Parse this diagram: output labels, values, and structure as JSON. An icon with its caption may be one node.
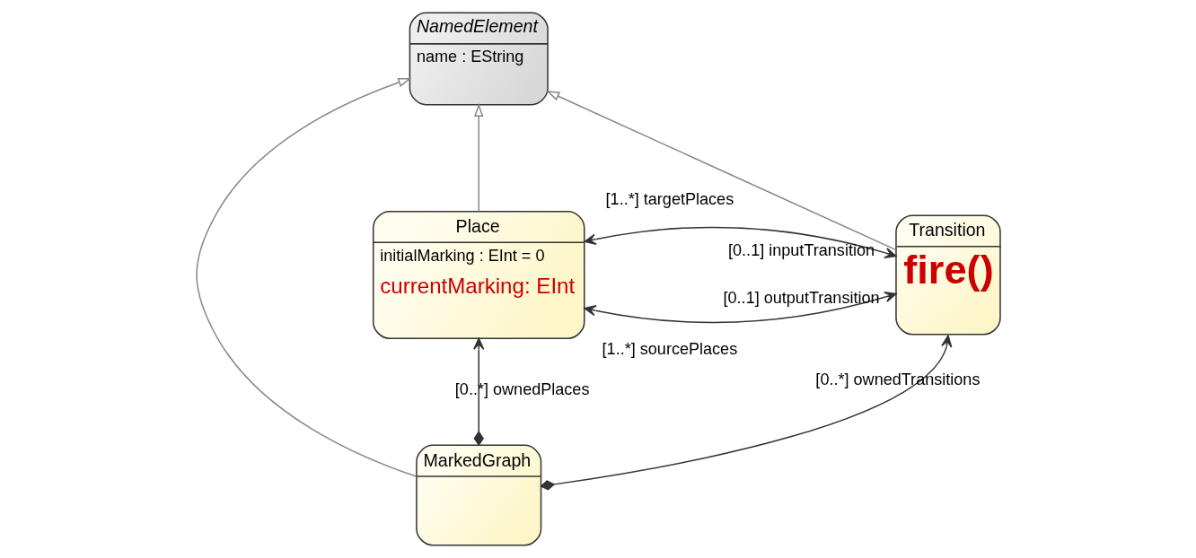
{
  "diagram": {
    "nodes": [
      {
        "text": [
          "NamedElement",
          "name : EString"
        ]
      },
      {
        "text": [
          "Place",
          "initialMarking : EInt = 0",
          "currentMarking: EInt"
        ]
      },
      {
        "text": [
          "Transition",
          "fire()"
        ]
      },
      {
        "text": [
          "MarkedGraph"
        ]
      }
    ],
    "edges": [
      {
        "from": 1,
        "to": 0,
        "arrow": "to"
      },
      {
        "from": 3,
        "to": 0,
        "arrow": "to"
      },
      {
        "from": 2,
        "to": 0,
        "arrow": "to"
      },
      {
        "from": 1,
        "to": 2,
        "arrow": "both",
        "label": "[1..*] targetPlaces"
      },
      {
        "from": 1,
        "to": 2,
        "arrow": "both",
        "label": "[1..*] sourcePlaces"
      },
      {
        "from": 3,
        "to": 1,
        "arrow": "to",
        "label": "[0..*] ownedPlaces"
      },
      {
        "from": 3,
        "to": 2,
        "arrow": "to",
        "label": "[0..*] ownedTransitions"
      }
    ],
    "labels": [
      "[0..1] inputTransition",
      "[0..1] outputTransition"
    ]
  }
}
